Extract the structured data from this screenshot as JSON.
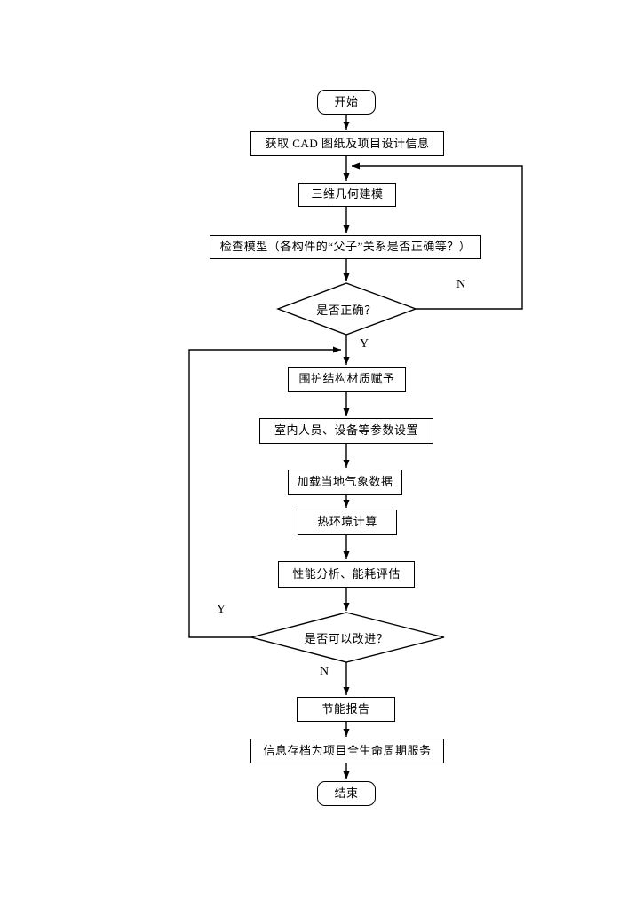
{
  "flowchart": {
    "nodes": {
      "start": "开始",
      "acquire_cad": "获取 CAD 图纸及项目设计信息",
      "modeling_3d": "三维几何建模",
      "check_model": "检查模型（各构件的“父子”关系是否正确等？）",
      "decision_correct": "是否正确？",
      "envelope_material": "围护结构材质赋予",
      "indoor_params": "室内人员、设备等参数设置",
      "load_weather": "加载当地气象数据",
      "thermal_calc": "热环境计算",
      "performance_analysis": "性能分析、能耗评估",
      "decision_improve": "是否可以改进？",
      "energy_report": "节能报告",
      "archive_info": "信息存档为项目全生命周期服务",
      "end": "结束"
    },
    "branch_labels": {
      "correct_no": "N",
      "correct_yes": "Y",
      "improve_yes": "Y",
      "improve_no": "N"
    },
    "edges": [
      "start → acquire_cad",
      "acquire_cad → modeling_3d",
      "modeling_3d → check_model",
      "check_model → decision_correct",
      "decision_correct —N→ modeling_3d",
      "decision_correct —Y→ envelope_material",
      "envelope_material → indoor_params",
      "indoor_params → load_weather",
      "load_weather → thermal_calc",
      "thermal_calc → performance_analysis",
      "performance_analysis → decision_improve",
      "decision_improve —Y→ envelope_material",
      "decision_improve —N→ energy_report",
      "energy_report → archive_info",
      "archive_info → end"
    ],
    "colors": {
      "line": "#000000",
      "box_fill": "#ffffff",
      "text": "#000000",
      "background": "#ffffff"
    }
  }
}
